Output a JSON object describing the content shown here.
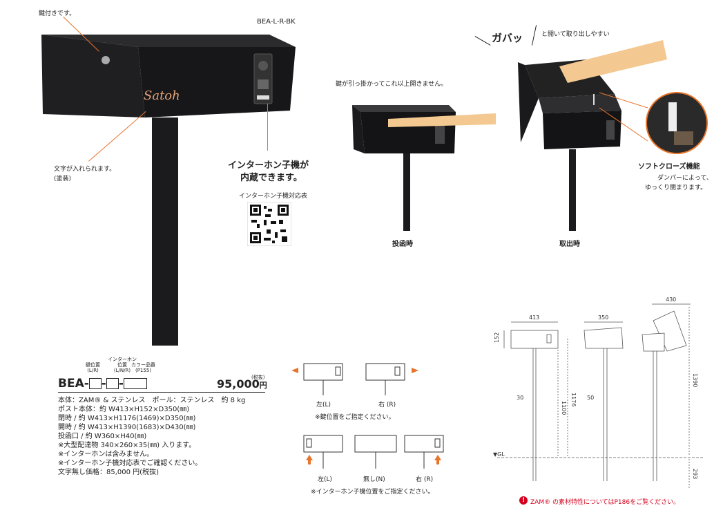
{
  "model_tag": "BEA-L-R-BK",
  "callouts": {
    "key": "鍵付きです。",
    "lettering_1": "文字が入れられます。",
    "lettering_2": "(塗装)",
    "intercom_1": "インターホン子機が",
    "intercom_2": "内蔵できます。",
    "intercom_table": "インターホン子機対応表",
    "nameplate": "Satoh"
  },
  "open_demo": {
    "gabattsu": "ガバッ",
    "gabattsu_note": "と開いて取り出しやすい",
    "hook_note": "鍵が引っ掛かってこれ以上開きません。",
    "deposit_label": "投函時",
    "takeout_label": "取出時",
    "soft_close_title": "ソフトクローズ機能",
    "soft_close_1": "ダンパーによって、",
    "soft_close_2": "ゆっくり閉まります。"
  },
  "product_code": {
    "prefix": "BEA-",
    "key_pos_label": "鍵位置",
    "key_pos_options": "(L/R)",
    "intercom_label_1": "インターホン",
    "intercom_label_2": "位置",
    "intercom_options": "(L/N/R)",
    "color_label": "カラー品番",
    "color_ref": "(P155)",
    "price": "95,000",
    "price_unit": "円",
    "tax_note": "(税抜)"
  },
  "specs": [
    "本体：ZAM® & ステンレス　ポール：ステンレス　約 8 kg",
    "ポスト本体：約 W413×H152×D350(㎜)",
    "閉時 / 約 W413×H1176(1469)×D350(㎜)",
    "開時 / 約 W413×H1390(1683)×D430(㎜)",
    "投函口 / 約 W360×H40(㎜)",
    "※大型配達物 340×260×35(㎜) 入ります。",
    "※インターホンは含みません。",
    "※インターホン子機対応表でご確認ください。",
    "文字無し価格：85,000 円(税抜)"
  ],
  "key_position": {
    "left": "左(L)",
    "right": "右 (R)",
    "note": "※鍵位置をご指定ください。"
  },
  "intercom_position": {
    "left": "左(L)",
    "none": "無し(N)",
    "right": "右 (R)",
    "note": "※インターホン子機位置をご指定ください。"
  },
  "drawing": {
    "w413": "413",
    "d350": "350",
    "d430": "430",
    "h152": "152",
    "h1100": "1100",
    "h1176": "1176",
    "h1390": "1390",
    "pole30": "30",
    "pole50": "50",
    "gl": "▼GL",
    "h293": "293"
  },
  "zam_note": "ZAM® の素材特性についてはP186をご覧ください。",
  "colors": {
    "accent": "#e8742a",
    "box": "#1c1c1e",
    "wood": "#f3c991",
    "alert": "#d6001c"
  }
}
